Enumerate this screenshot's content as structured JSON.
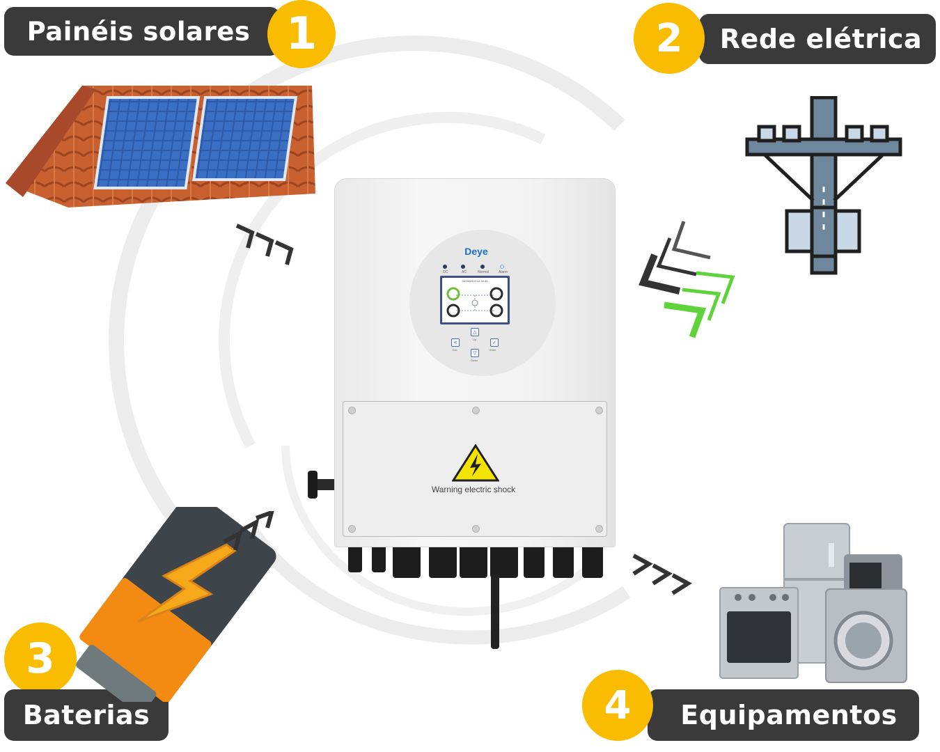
{
  "labels": {
    "solar": {
      "number": "1",
      "text": "Painéis solares"
    },
    "grid": {
      "number": "2",
      "text": "Rede elétrica"
    },
    "battery": {
      "number": "3",
      "text": "Baterias"
    },
    "loads": {
      "number": "4",
      "text": "Equipamentos"
    }
  },
  "inverter": {
    "brand": "Deye",
    "indicators": [
      "DC",
      "AC",
      "Normal",
      "Alarm"
    ],
    "screen_header": "06/28/2019  12:34:45",
    "keys": [
      {
        "symbol": "△",
        "label": "Up"
      },
      {
        "symbol": "<",
        "label": "Esc"
      },
      {
        "symbol": "✓",
        "label": "Enter"
      },
      {
        "symbol": "▽",
        "label": "Down"
      }
    ],
    "warning_text": "Warning electric shock"
  },
  "colors": {
    "label_bg": "#3a3a3a",
    "badge": "#f9bc00",
    "arrow_dark": "#333333",
    "arrow_green": "#5fd43a",
    "battery_body": "#3d454b",
    "battery_cap": "#f38b13",
    "bolt": "#f5a91a",
    "roof": "#c8612f",
    "panel": "#2d5aa8",
    "pole": "#5c7388"
  },
  "icons": [
    "house-roof-solar-icon",
    "utility-pole-icon",
    "battery-bolt-icon",
    "appliances-icon",
    "warning-bolt-icon"
  ]
}
